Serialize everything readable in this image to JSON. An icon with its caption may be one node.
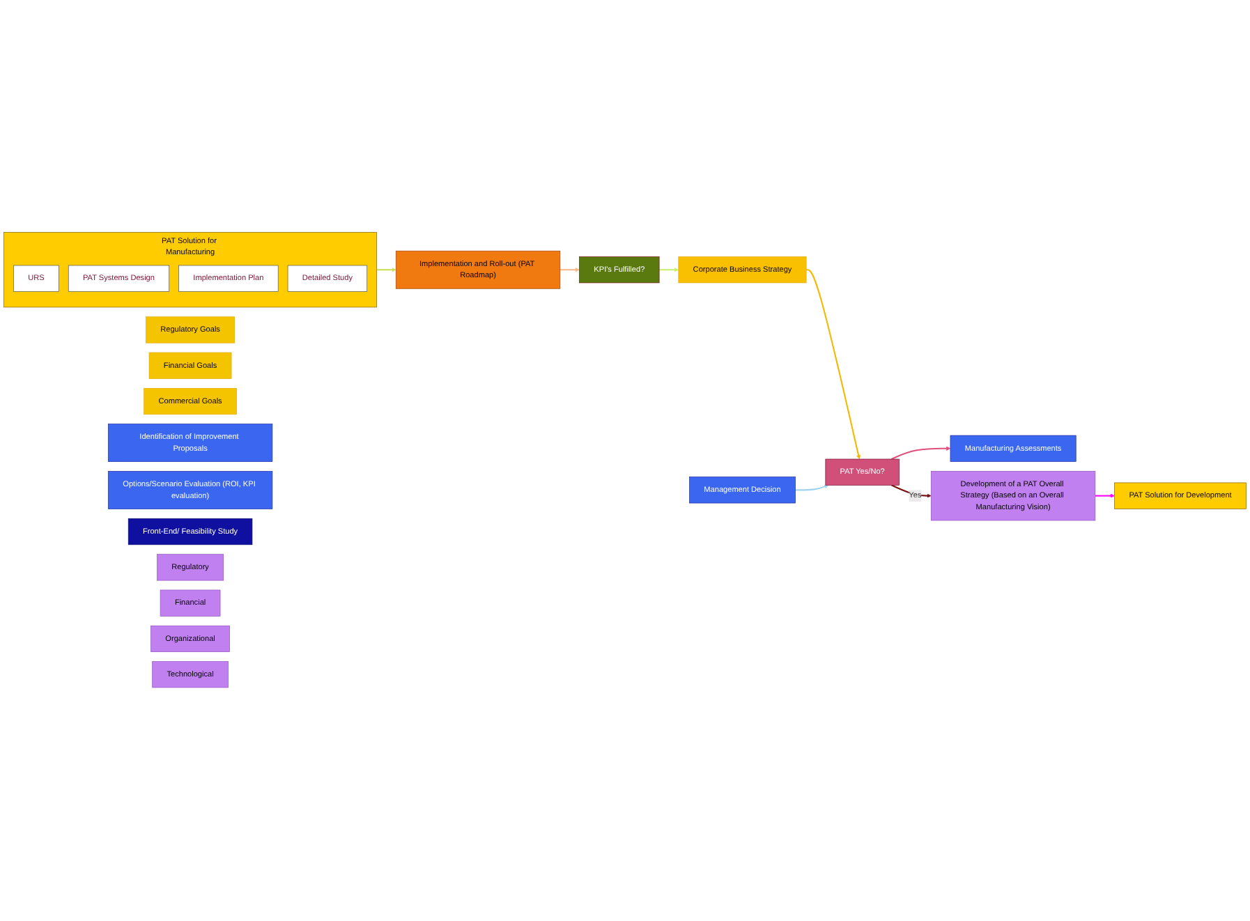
{
  "diagram": {
    "nodes": [
      {
        "text": [
          "Regulatory Goals"
        ]
      },
      {
        "text": [
          "Financial Goals"
        ]
      },
      {
        "text": [
          "Commercial Goals"
        ]
      },
      {
        "text": [
          "Corporate Business Strategy"
        ]
      },
      {
        "text": [
          "PAT Yes/No?"
        ]
      },
      {
        "text": [
          "Manufacturing Assessments"
        ]
      },
      {
        "text": [
          "Identification of Improvement Proposals"
        ]
      },
      {
        "text": [
          "Options/Scenario Evaluation (ROI, KPI evaluation)"
        ]
      },
      {
        "text": [
          "Management Decision"
        ]
      },
      {
        "text": [
          "Front-End/ Feasibility Study"
        ]
      },
      {
        "text": [
          "Regulatory"
        ]
      },
      {
        "text": [
          "Financial"
        ]
      },
      {
        "text": [
          "Organizational"
        ]
      },
      {
        "text": [
          "Technological"
        ]
      },
      {
        "text": [
          "Development of a PAT Overall Strategy (Based on an Overall Manufacturing Vision)"
        ]
      },
      {
        "text": [
          "PAT Solution for Development"
        ]
      },
      {
        "text": [
          "PAT Solution for Manufacturing"
        ]
      },
      {
        "text": [
          "URS"
        ],
        "in": 16
      },
      {
        "text": [
          "PAT Systems Design"
        ],
        "in": 16
      },
      {
        "text": [
          "Implementation Plan"
        ],
        "in": 16
      },
      {
        "text": [
          "Detailed Study"
        ],
        "in": 16
      },
      {
        "text": [
          "Implementation and Roll-out (PAT Roadmap)"
        ]
      },
      {
        "text": [
          "KPI's Fulfilled?"
        ]
      }
    ],
    "edges": [
      {
        "from": 3,
        "to": 4,
        "arrow": "to",
        "color": "#f5b800"
      },
      {
        "from": 4,
        "to": 5,
        "arrow": "to",
        "color": "#e0507a"
      },
      {
        "from": 8,
        "to": 4,
        "arrow": "to",
        "color": "#9fd4f0"
      },
      {
        "from": 4,
        "to": 14,
        "label": "Yes",
        "arrow": "to",
        "color": "#7a1010"
      },
      {
        "from": 14,
        "to": 15,
        "arrow": "to",
        "color": "#ff00ff"
      },
      {
        "from": 16,
        "to": 21,
        "arrow": "to",
        "color": "#c8e050"
      },
      {
        "from": 21,
        "to": 22,
        "arrow": "to",
        "color": "#f8b888"
      },
      {
        "from": 22,
        "to": 3,
        "arrow": "to",
        "color": "#c8ee70"
      }
    ]
  }
}
